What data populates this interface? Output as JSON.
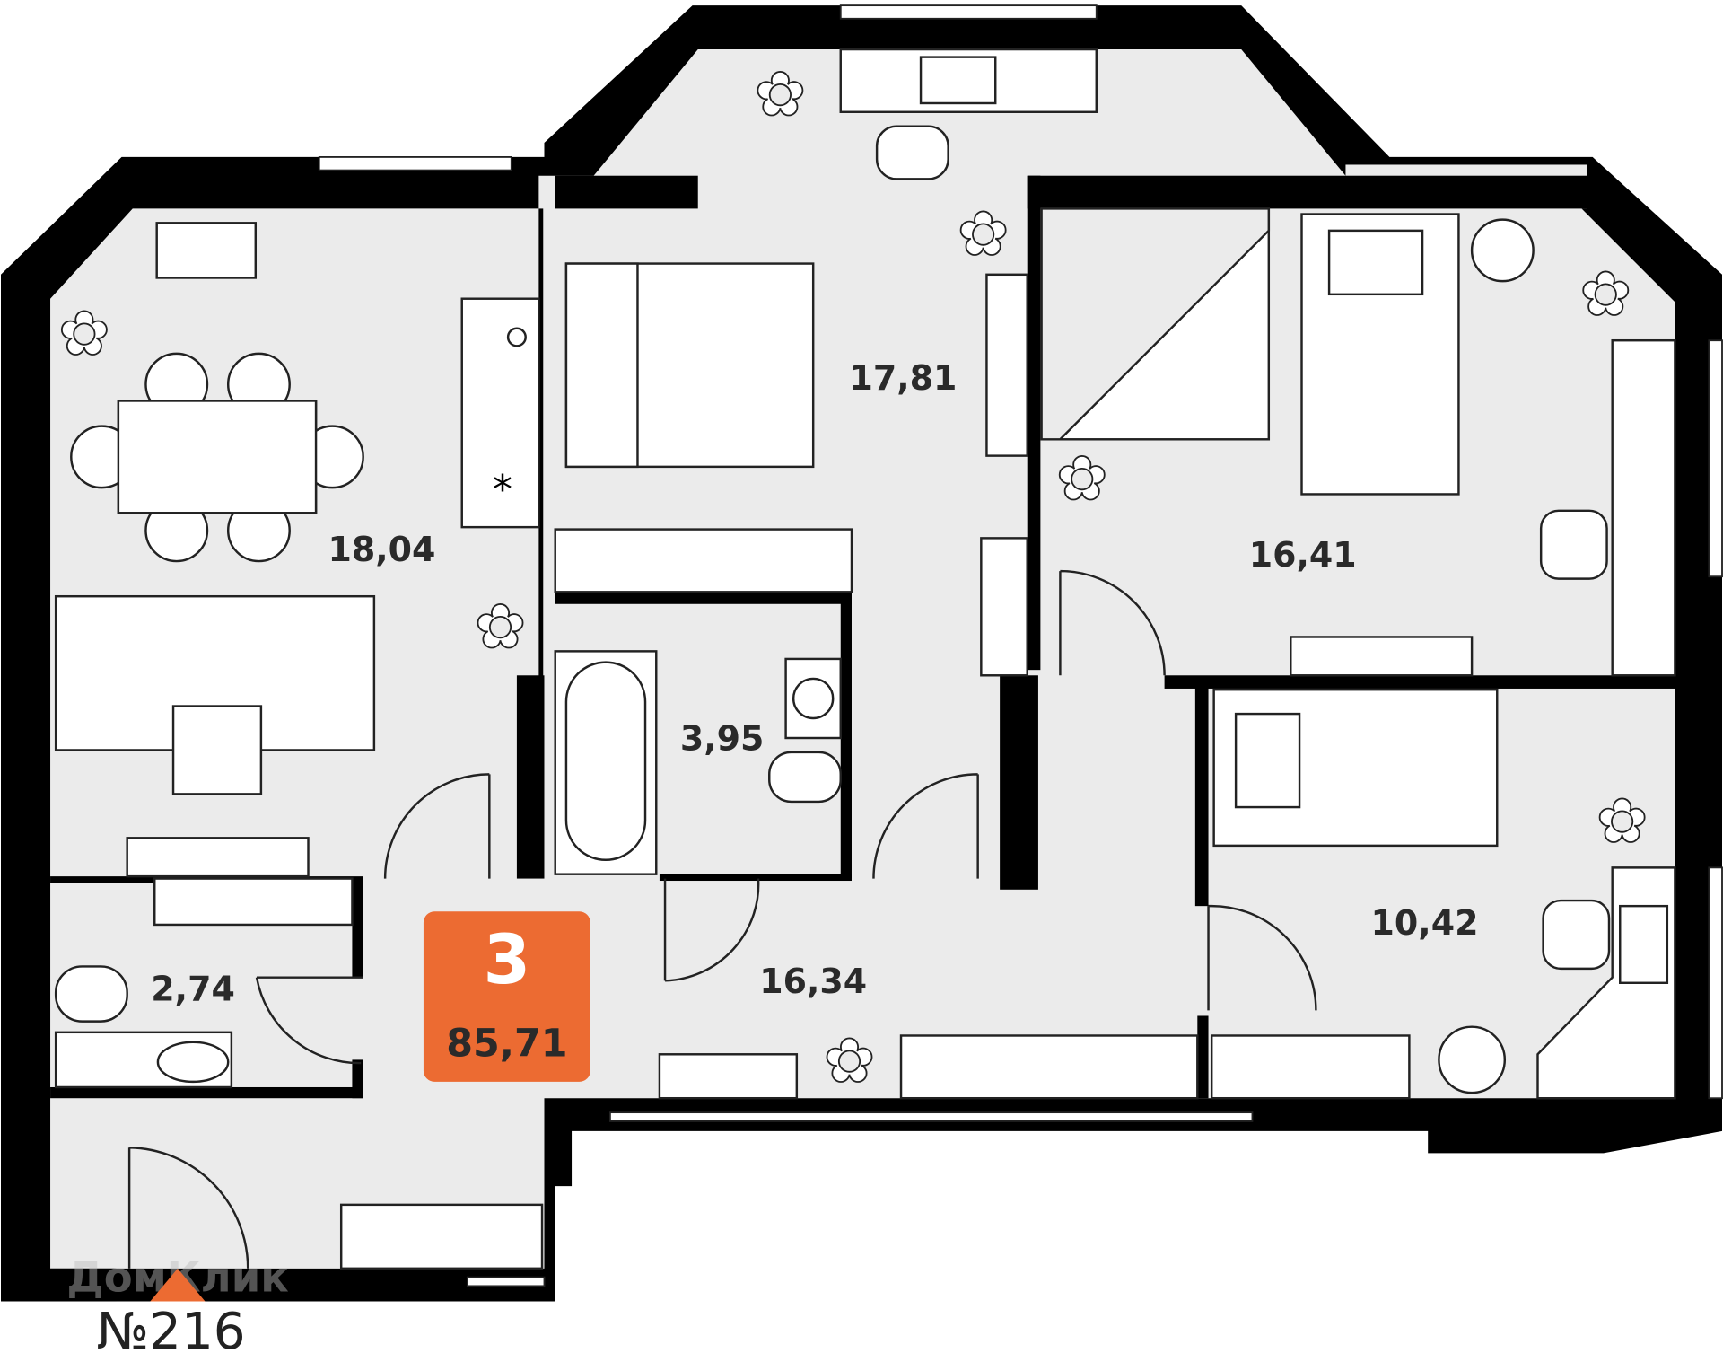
{
  "plan": {
    "rooms_count": "3",
    "total_area": "85,71",
    "apartment_number": "№216",
    "watermark": "ДомКлик",
    "rooms": [
      {
        "id": "kitchen-living",
        "area": "18,04"
      },
      {
        "id": "bedroom-center",
        "area": "17,81"
      },
      {
        "id": "bedroom-right",
        "area": "16,41"
      },
      {
        "id": "bathroom",
        "area": "3,95"
      },
      {
        "id": "toilet",
        "area": "2,74"
      },
      {
        "id": "hallway",
        "area": "16,34"
      },
      {
        "id": "bedroom-small",
        "area": "10,42"
      }
    ],
    "colors": {
      "accent": "#ec6b32",
      "floor": "#ebebeb",
      "wall": "#000000",
      "text": "#2a2a2a"
    }
  }
}
